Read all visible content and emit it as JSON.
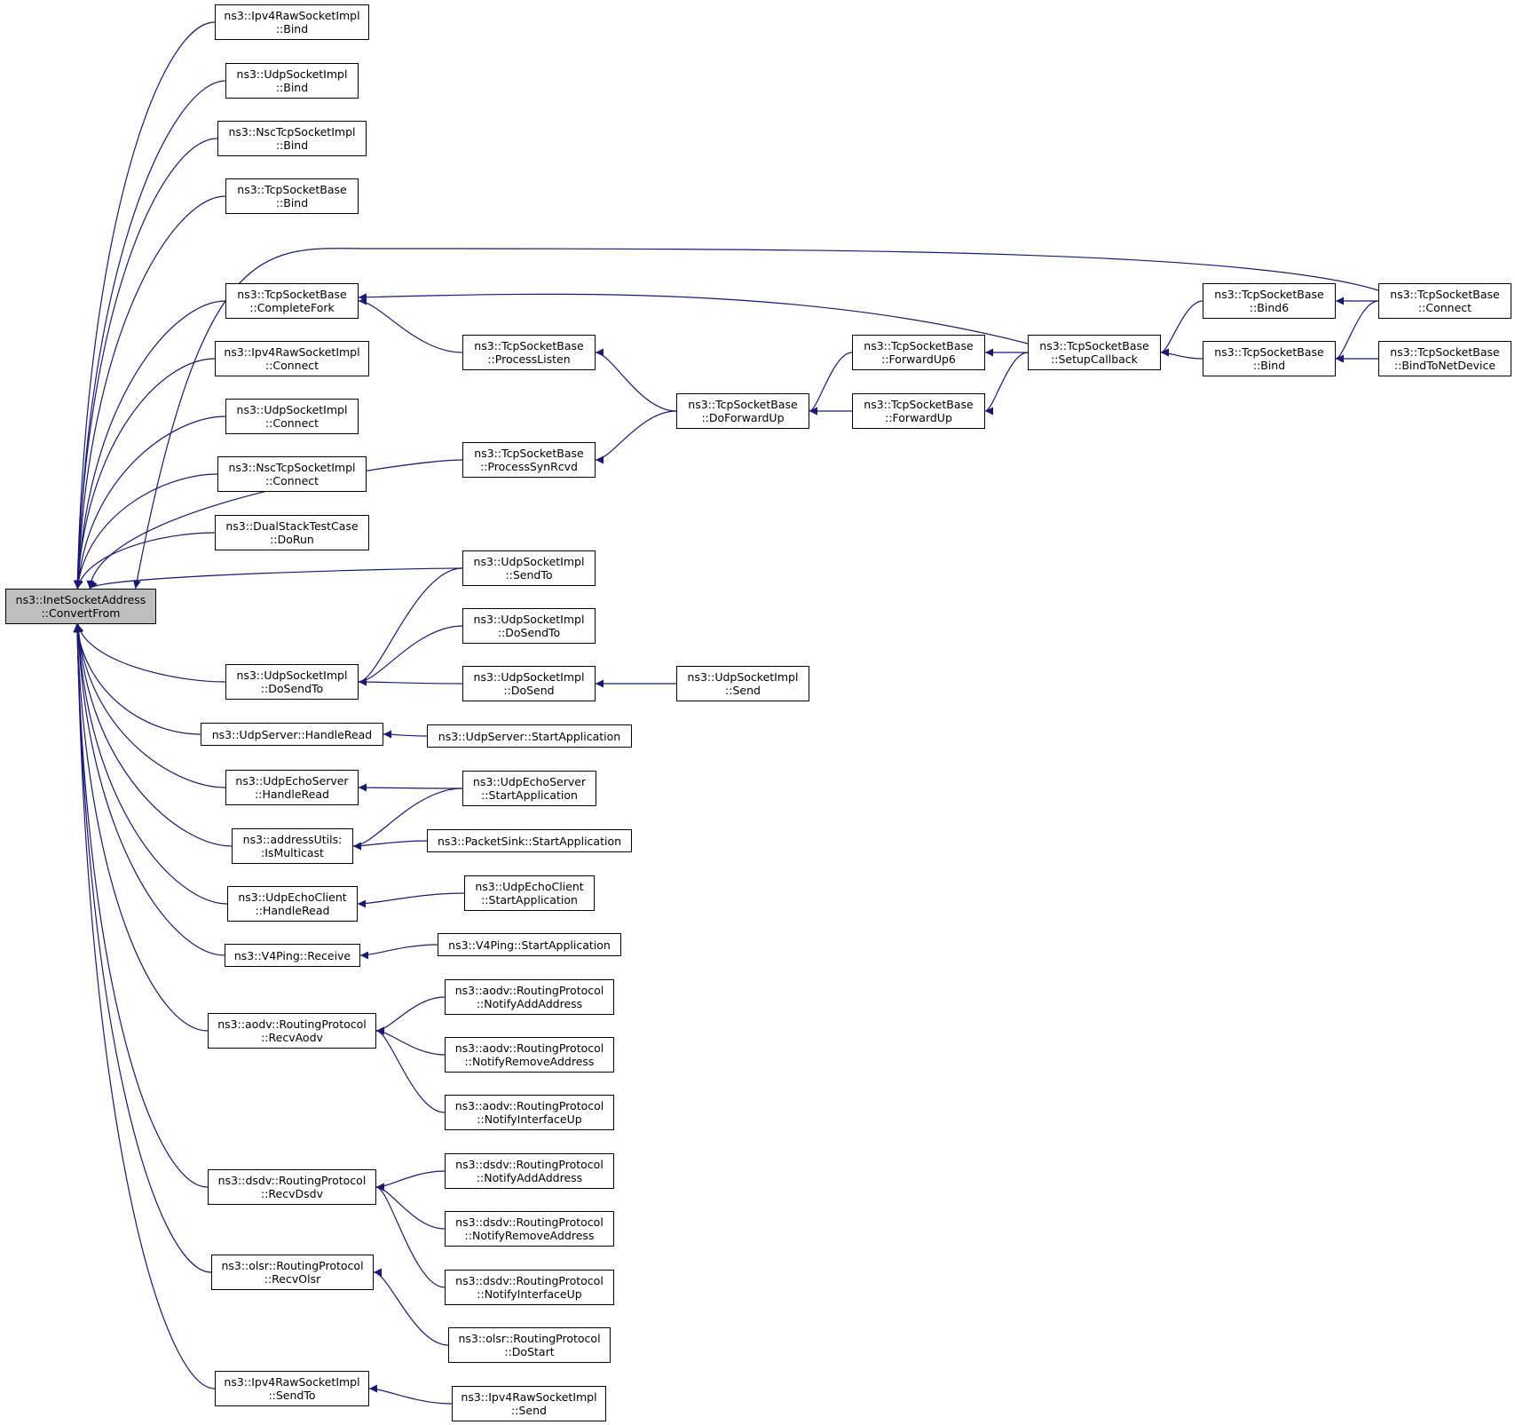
{
  "colors": {
    "edge": "#191970",
    "root_fill": "#bfbfbf",
    "node_fill": "#ffffff",
    "border": "#000000"
  },
  "nodes": {
    "root": [
      "ns3::InetSocketAddress",
      "::ConvertFrom"
    ],
    "ipv4raw_bind": [
      "ns3::Ipv4RawSocketImpl",
      "::Bind"
    ],
    "udp_bind": [
      "ns3::UdpSocketImpl",
      "::Bind"
    ],
    "nsc_bind": [
      "ns3::NscTcpSocketImpl",
      "::Bind"
    ],
    "tcp_bind": [
      "ns3::TcpSocketBase",
      "::Bind"
    ],
    "completefork": [
      "ns3::TcpSocketBase",
      "::CompleteFork"
    ],
    "ipv4raw_connect": [
      "ns3::Ipv4RawSocketImpl",
      "::Connect"
    ],
    "udp_connect": [
      "ns3::UdpSocketImpl",
      "::Connect"
    ],
    "nsc_connect": [
      "ns3::NscTcpSocketImpl",
      "::Connect"
    ],
    "dualstack": [
      "ns3::DualStackTestCase",
      "::DoRun"
    ],
    "udp_dosendto": [
      "ns3::UdpSocketImpl",
      "::DoSendTo"
    ],
    "udpserver_handleread": [
      "ns3::UdpServer::HandleRead"
    ],
    "udpecho_handleread": [
      "ns3::UdpEchoServer",
      "::HandleRead"
    ],
    "ismulticast": [
      "ns3::addressUtils:",
      ":IsMulticast"
    ],
    "udpechoclient_handleread": [
      "ns3::UdpEchoClient",
      "::HandleRead"
    ],
    "v4ping_receive": [
      "ns3::V4Ping::Receive"
    ],
    "aodv_recv": [
      "ns3::aodv::RoutingProtocol",
      "::RecvAodv"
    ],
    "dsdv_recv": [
      "ns3::dsdv::RoutingProtocol",
      "::RecvDsdv"
    ],
    "olsr_recv": [
      "ns3::olsr::RoutingProtocol",
      "::RecvOlsr"
    ],
    "ipv4raw_sendto": [
      "ns3::Ipv4RawSocketImpl",
      "::SendTo"
    ],
    "processlisten": [
      "ns3::TcpSocketBase",
      "::ProcessListen"
    ],
    "processsynrcvd": [
      "ns3::TcpSocketBase",
      "::ProcessSynRcvd"
    ],
    "udp_sendto": [
      "ns3::UdpSocketImpl",
      "::SendTo"
    ],
    "udp_dosendto2": [
      "ns3::UdpSocketImpl",
      "::DoSendTo"
    ],
    "udp_dosend": [
      "ns3::UdpSocketImpl",
      "::DoSend"
    ],
    "udpserver_start": [
      "ns3::UdpServer::StartApplication"
    ],
    "udpecho_start": [
      "ns3::UdpEchoServer",
      "::StartApplication"
    ],
    "packetsink_start": [
      "ns3::PacketSink::StartApplication"
    ],
    "udpechoclient_start": [
      "ns3::UdpEchoClient",
      "::StartApplication"
    ],
    "v4ping_start": [
      "ns3::V4Ping::StartApplication"
    ],
    "aodv_addaddr": [
      "ns3::aodv::RoutingProtocol",
      "::NotifyAddAddress"
    ],
    "aodv_remaddr": [
      "ns3::aodv::RoutingProtocol",
      "::NotifyRemoveAddress"
    ],
    "aodv_ifup": [
      "ns3::aodv::RoutingProtocol",
      "::NotifyInterfaceUp"
    ],
    "dsdv_addaddr": [
      "ns3::dsdv::RoutingProtocol",
      "::NotifyAddAddress"
    ],
    "dsdv_remaddr": [
      "ns3::dsdv::RoutingProtocol",
      "::NotifyRemoveAddress"
    ],
    "dsdv_ifup": [
      "ns3::dsdv::RoutingProtocol",
      "::NotifyInterfaceUp"
    ],
    "olsr_dostart": [
      "ns3::olsr::RoutingProtocol",
      "::DoStart"
    ],
    "ipv4raw_send": [
      "ns3::Ipv4RawSocketImpl",
      "::Send"
    ],
    "doforwardup": [
      "ns3::TcpSocketBase",
      "::DoForwardUp"
    ],
    "udp_send": [
      "ns3::UdpSocketImpl",
      "::Send"
    ],
    "forwardup6": [
      "ns3::TcpSocketBase",
      "::ForwardUp6"
    ],
    "forwardup": [
      "ns3::TcpSocketBase",
      "::ForwardUp"
    ],
    "setupcallback": [
      "ns3::TcpSocketBase",
      "::SetupCallback"
    ],
    "bind6": [
      "ns3::TcpSocketBase",
      "::Bind6"
    ],
    "bind": [
      "ns3::TcpSocketBase",
      "::Bind"
    ],
    "tcp_connect": [
      "ns3::TcpSocketBase",
      "::Connect"
    ],
    "bindtonetdevice": [
      "ns3::TcpSocketBase",
      "::BindToNetDevice"
    ]
  },
  "edges": [
    [
      "ipv4raw_bind",
      "root"
    ],
    [
      "udp_bind",
      "root"
    ],
    [
      "nsc_bind",
      "root"
    ],
    [
      "tcp_bind",
      "root"
    ],
    [
      "tcp_connect",
      "root"
    ],
    [
      "completefork",
      "root"
    ],
    [
      "ipv4raw_connect",
      "root"
    ],
    [
      "udp_connect",
      "root"
    ],
    [
      "nsc_connect",
      "root"
    ],
    [
      "dualstack",
      "root"
    ],
    [
      "processsynrcvd",
      "root"
    ],
    [
      "udp_sendto",
      "root"
    ],
    [
      "udp_dosendto",
      "root"
    ],
    [
      "udpserver_handleread",
      "root"
    ],
    [
      "udpecho_handleread",
      "root"
    ],
    [
      "ismulticast",
      "root"
    ],
    [
      "udpechoclient_handleread",
      "root"
    ],
    [
      "v4ping_receive",
      "root"
    ],
    [
      "aodv_recv",
      "root"
    ],
    [
      "dsdv_recv",
      "root"
    ],
    [
      "olsr_recv",
      "root"
    ],
    [
      "ipv4raw_sendto",
      "root"
    ],
    [
      "processlisten",
      "completefork"
    ],
    [
      "setupcallback",
      "completefork"
    ],
    [
      "doforwardup",
      "processlisten"
    ],
    [
      "doforwardup",
      "processsynrcvd"
    ],
    [
      "forwardup6",
      "doforwardup"
    ],
    [
      "forwardup",
      "doforwardup"
    ],
    [
      "setupcallback",
      "forwardup6"
    ],
    [
      "setupcallback",
      "forwardup"
    ],
    [
      "bind6",
      "setupcallback"
    ],
    [
      "bind",
      "setupcallback"
    ],
    [
      "tcp_connect",
      "bind6"
    ],
    [
      "tcp_connect",
      "bind"
    ],
    [
      "bindtonetdevice",
      "bind"
    ],
    [
      "udp_sendto",
      "udp_dosendto"
    ],
    [
      "udp_dosendto2",
      "udp_dosendto"
    ],
    [
      "udp_dosend",
      "udp_dosendto"
    ],
    [
      "udp_send",
      "udp_dosend"
    ],
    [
      "udpserver_start",
      "udpserver_handleread"
    ],
    [
      "udpecho_start",
      "udpecho_handleread"
    ],
    [
      "udpecho_start",
      "ismulticast"
    ],
    [
      "packetsink_start",
      "ismulticast"
    ],
    [
      "udpechoclient_start",
      "udpechoclient_handleread"
    ],
    [
      "v4ping_start",
      "v4ping_receive"
    ],
    [
      "aodv_addaddr",
      "aodv_recv"
    ],
    [
      "aodv_remaddr",
      "aodv_recv"
    ],
    [
      "aodv_ifup",
      "aodv_recv"
    ],
    [
      "dsdv_addaddr",
      "dsdv_recv"
    ],
    [
      "dsdv_remaddr",
      "dsdv_recv"
    ],
    [
      "dsdv_ifup",
      "dsdv_recv"
    ],
    [
      "olsr_dostart",
      "olsr_recv"
    ],
    [
      "ipv4raw_send",
      "ipv4raw_sendto"
    ]
  ]
}
